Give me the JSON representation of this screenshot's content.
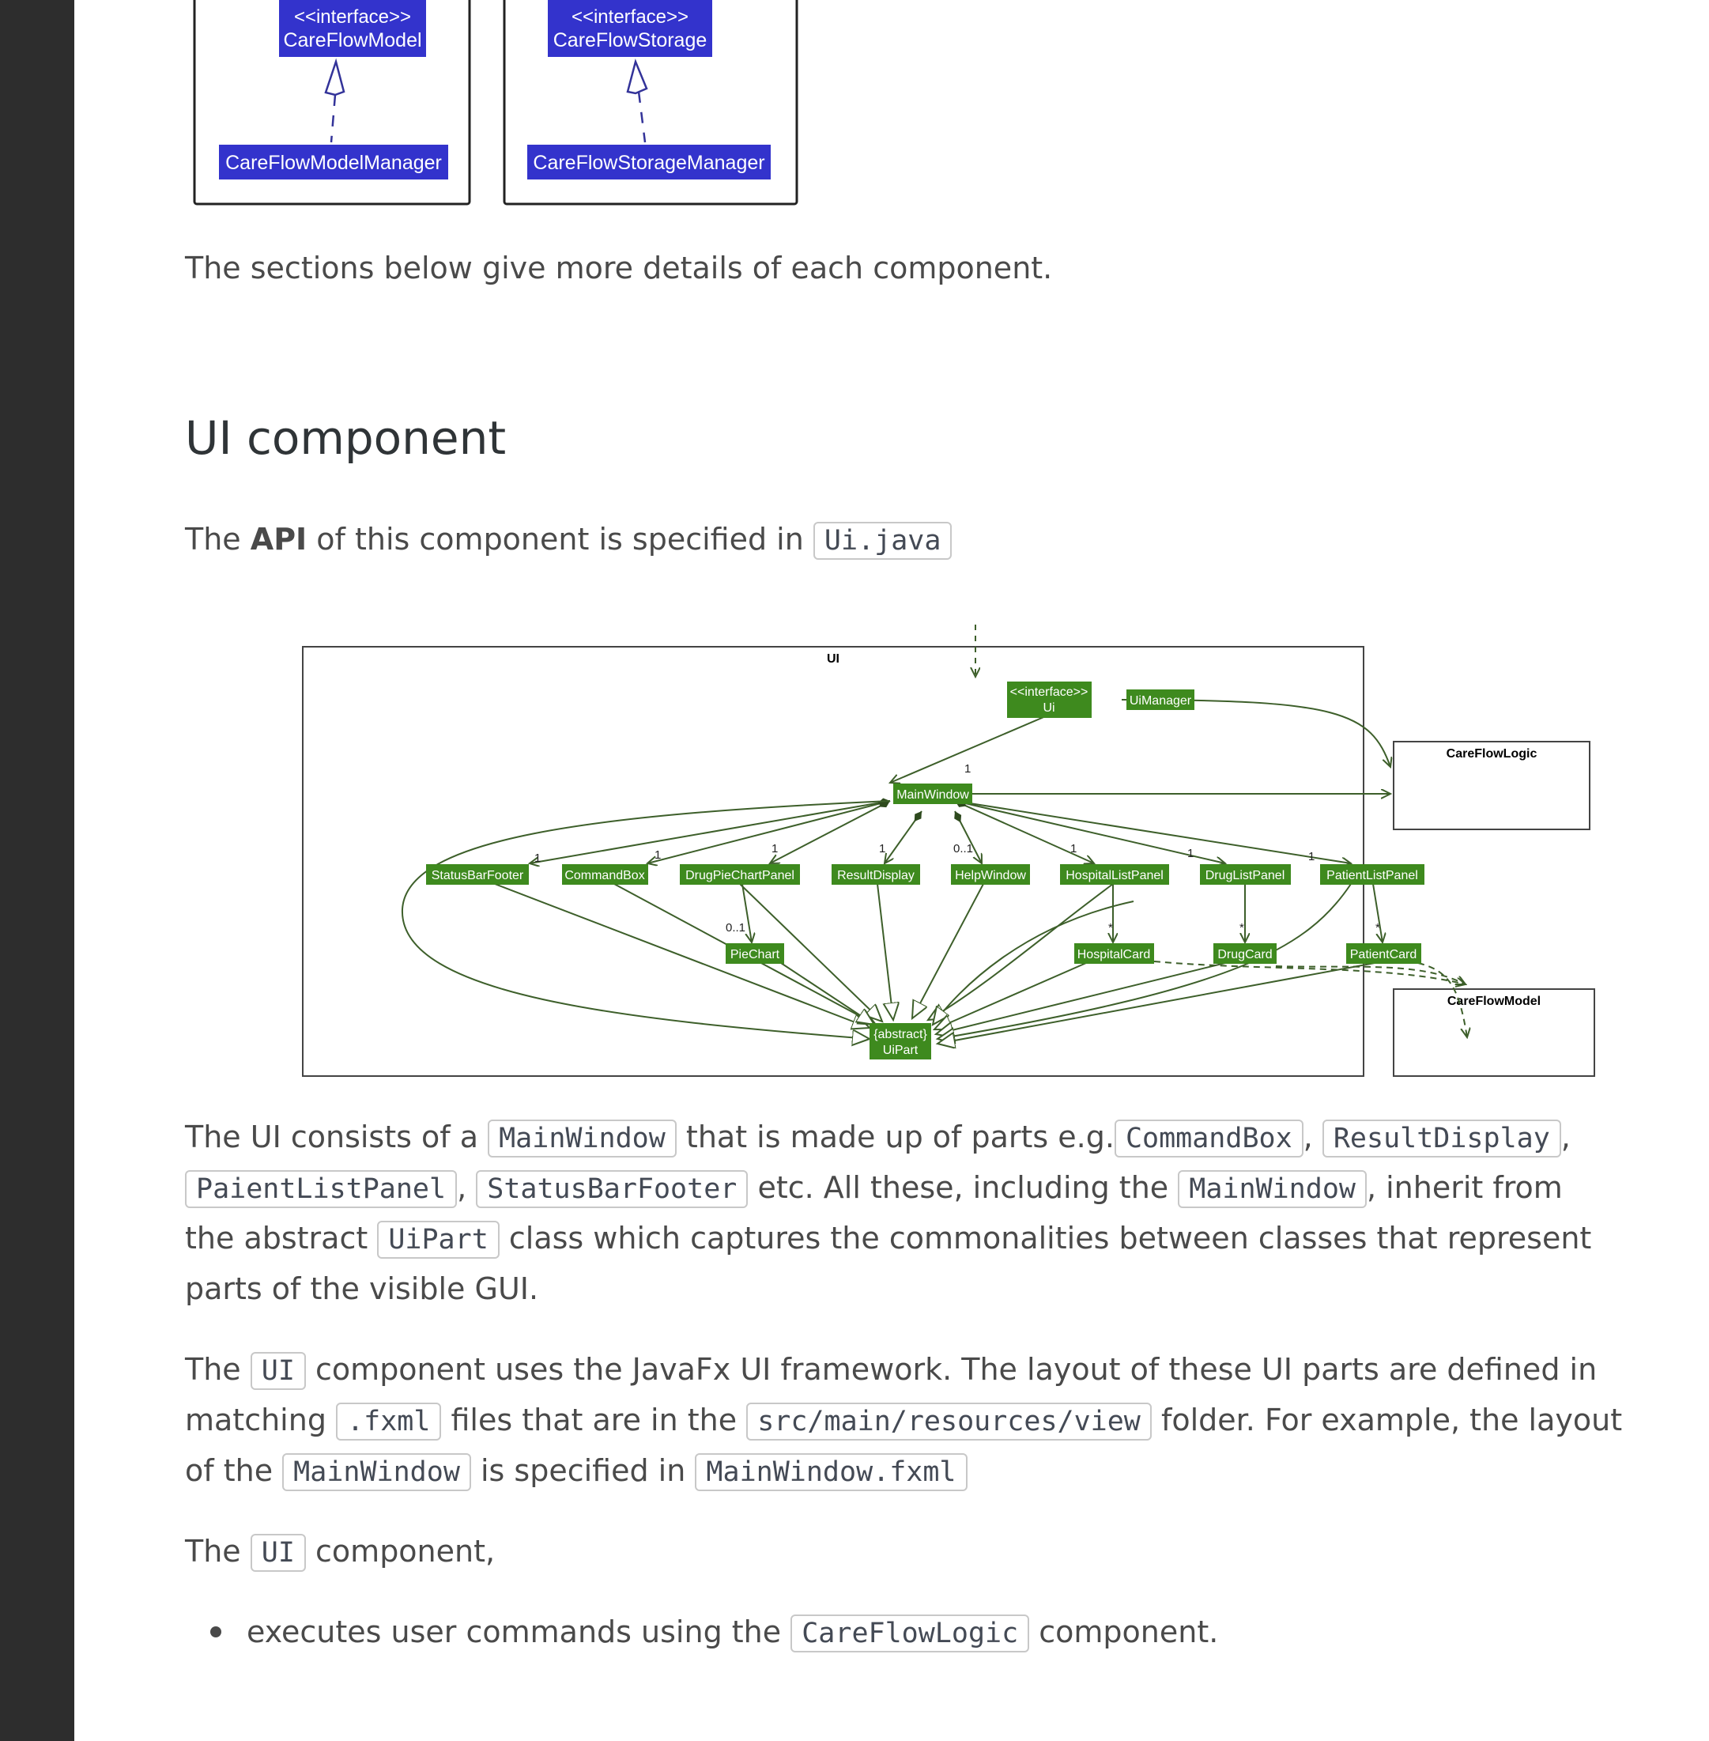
{
  "top_diagram": {
    "model_interface_stereotype": "<<interface>>",
    "model_interface_name": "CareFlowModel",
    "storage_interface_stereotype": "<<interface>>",
    "storage_interface_name": "CareFlowStorage",
    "model_manager": "CareFlowModelManager",
    "storage_manager": "CareFlowStorageManager",
    "color_fill": "#3333cc"
  },
  "intro_text": "The sections below give more details of each component.",
  "ui_section": {
    "heading": "UI component",
    "api_prefix": "The",
    "api_bold": "API",
    "api_middle": "of this component is specified in",
    "api_code": "Ui.java"
  },
  "ui_diagram": {
    "package_label": "UI",
    "interface_stereotype": "<<interface>>",
    "interface_name": "Ui",
    "ui_manager": "UiManager",
    "main_window": "MainWindow",
    "parts": [
      "StatusBarFooter",
      "CommandBox",
      "DrugPieChartPanel",
      "ResultDisplay",
      "HelpWindow",
      "HospitalListPanel",
      "DrugListPanel",
      "PatientListPanel"
    ],
    "sub_parts": [
      "PieChart",
      "HospitalCard",
      "DrugCard",
      "PatientCard"
    ],
    "abstract_stereotype": "{abstract}",
    "abstract_name": "UiPart",
    "mult_1": "1",
    "mult_01": "0..1",
    "mult_star": "*",
    "logic_box": "CareFlowLogic",
    "model_box": "CareFlowModel",
    "color_fill": "#3e8a1e",
    "color_line": "#3d5f2a"
  },
  "para1": {
    "t1": "The UI consists of a",
    "c1": "MainWindow",
    "t2": "that is made up of parts e.g.",
    "c2": "CommandBox",
    "t3": ",",
    "c3": "ResultDisplay",
    "t4": ",",
    "c4": "PaientListPanel",
    "t5": ",",
    "c5": "StatusBarFooter",
    "t6": "etc. All these, including the",
    "c6": "MainWindow",
    "t7": ", inherit from",
    "t8": "the abstract",
    "c7": "UiPart",
    "t9": "class which captures the commonalities between classes that represent",
    "t10": "parts of the visible GUI."
  },
  "para2": {
    "t1": "The",
    "c1": "UI",
    "t2": "component uses the JavaFx UI framework. The layout of these UI parts are defined in",
    "t3": "matching",
    "c2": ".fxml",
    "t4": "files that are in the",
    "c3": "src/main/resources/view",
    "t5": "folder. For example, the layout",
    "t6": "of the",
    "c4": "MainWindow",
    "t7": "is specified in",
    "c5": "MainWindow.fxml"
  },
  "para3": {
    "t1": "The",
    "c1": "UI",
    "t2": "component,"
  },
  "bullet1": {
    "t1": "executes user commands using the",
    "c1": "CareFlowLogic",
    "t2": "component."
  }
}
